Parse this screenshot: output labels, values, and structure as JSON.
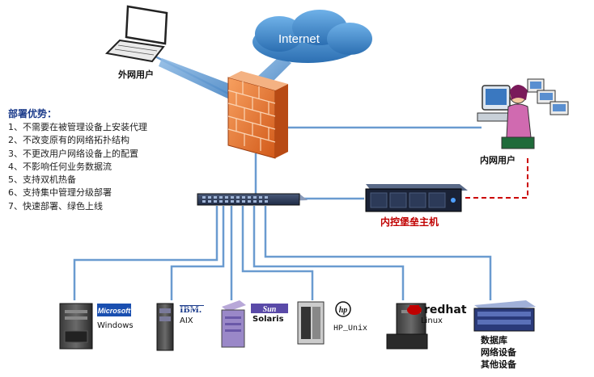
{
  "diagram": {
    "internet_label": "Internet",
    "external_user_label": "外网用户",
    "internal_user_label": "内网用户",
    "bastion_label": "内控堡垒主机",
    "advantages": {
      "title": "部署优势：",
      "items": [
        "1、不需要在被管理设备上安装代理",
        "2、不改变原有的网络拓扑结构",
        "3、不更改用户网络设备上的配置",
        "4、不影响任何业务数据流",
        "5、支持双机热备",
        "6、支持集中管理分级部署",
        "7、快速部署、绿色上线"
      ]
    },
    "servers": [
      {
        "brand": "Microsoft",
        "os": "Windows"
      },
      {
        "brand": "IBM",
        "os": "AIX"
      },
      {
        "brand": "Sun",
        "os": "Solaris"
      },
      {
        "brand": "hp",
        "os": "HP_Unix"
      },
      {
        "brand": "redhat",
        "os": "Linux"
      },
      {
        "brand": "",
        "os": "数据库\n网络设备\n其他设备"
      }
    ],
    "other_devices": [
      "数据库",
      "网络设备",
      "其他设备"
    ],
    "colors": {
      "link": "#6a9bd0",
      "cloud": "#3a7fc1",
      "firewall": "#e87a3a",
      "dashed": "#cc0000"
    }
  }
}
